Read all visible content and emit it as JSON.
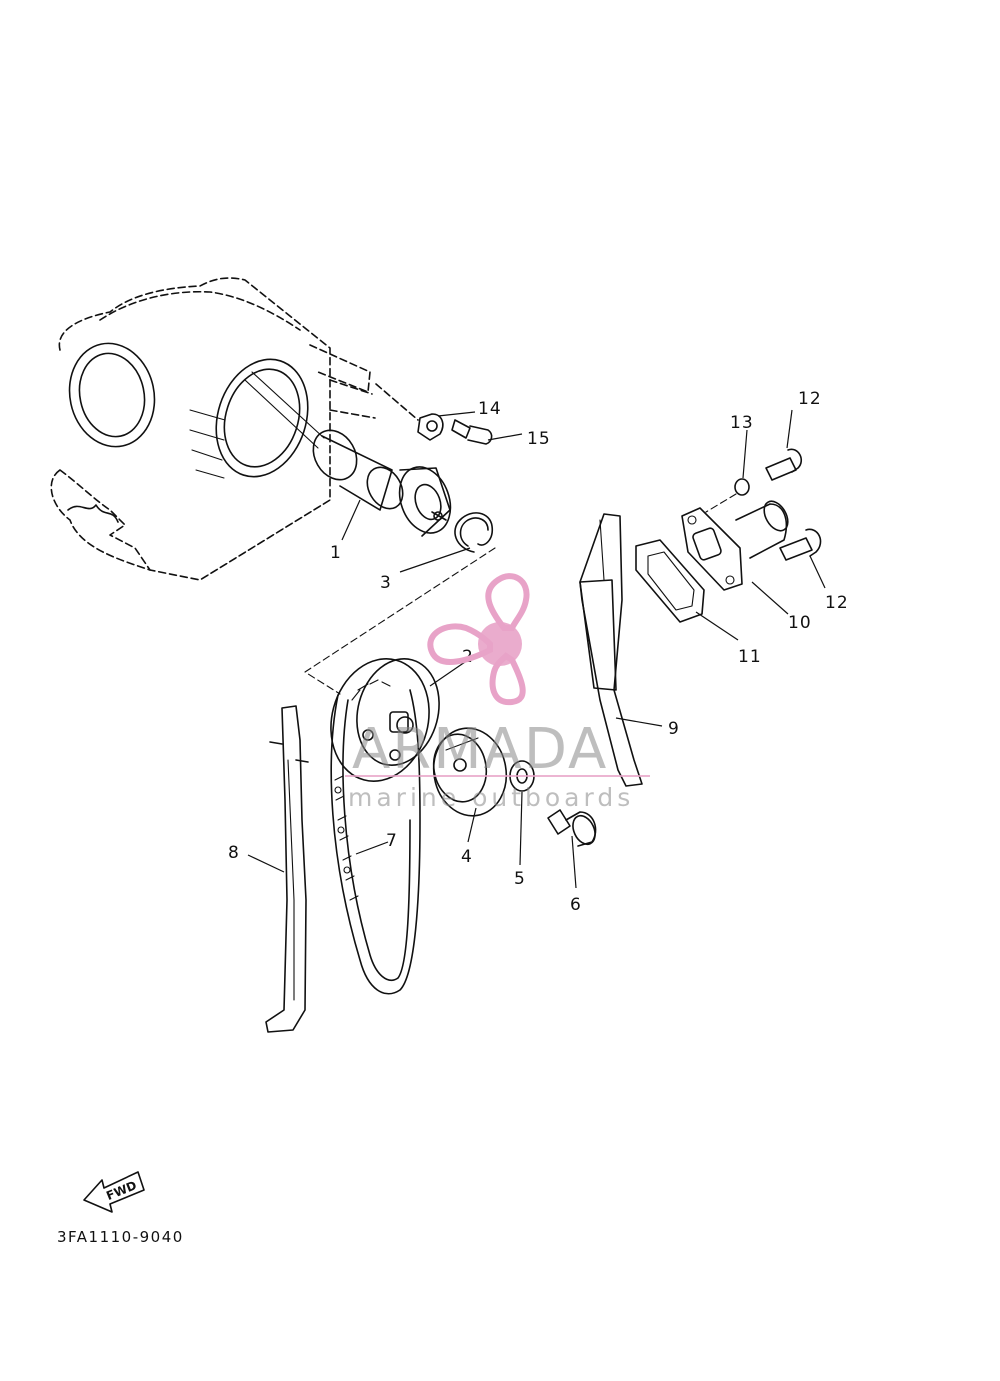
{
  "diagram": {
    "part_callouts": [
      "1",
      "2",
      "3",
      "4",
      "5",
      "6",
      "7",
      "8",
      "9",
      "10",
      "11",
      "12",
      "12",
      "13",
      "14",
      "15"
    ],
    "direction_label": "FWD",
    "drawing_code": "3FA1110-9040"
  },
  "watermark": {
    "brand": "ARMADA",
    "tagline": "marine outboards",
    "color": "#e8a3c8"
  }
}
